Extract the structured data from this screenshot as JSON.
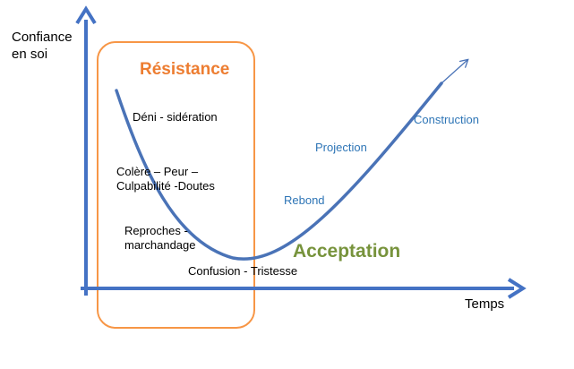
{
  "diagram": {
    "y_axis_label": [
      "Confiance",
      "en soi"
    ],
    "x_axis_label": "Temps",
    "zone_title": "Résistance",
    "acceptance_label": "Acceptation",
    "stages": {
      "deni": "Déni - sidération",
      "colere": [
        "Colère – Peur –",
        "Culpabilité -Doutes"
      ],
      "reproches": [
        "Reproches -",
        "marchandage"
      ],
      "confusion": "Confusion  - Tristesse"
    },
    "recovery_stages": {
      "rebond": "Rebond",
      "projection": "Projection",
      "construction": "Construction"
    },
    "colors": {
      "axis": "#4472c4",
      "curve": "#4a73b7",
      "zone_border": "#f79646",
      "zone_title": "#ed7d31",
      "acceptance": "#77933c",
      "recovery_text": "#2e75b6"
    }
  }
}
